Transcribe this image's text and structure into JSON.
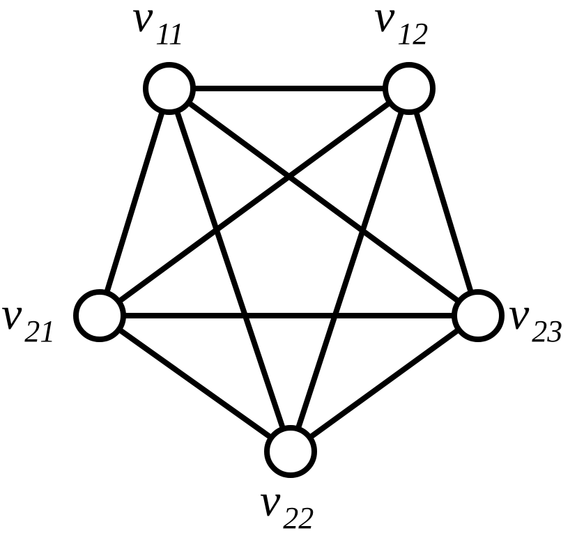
{
  "graph": {
    "nodes": [
      {
        "id": "v11",
        "letter": "v",
        "subscript": "11"
      },
      {
        "id": "v12",
        "letter": "v",
        "subscript": "12"
      },
      {
        "id": "v21",
        "letter": "v",
        "subscript": "21"
      },
      {
        "id": "v22",
        "letter": "v",
        "subscript": "22"
      },
      {
        "id": "v23",
        "letter": "v",
        "subscript": "23"
      }
    ],
    "edges": [
      [
        "v11",
        "v12"
      ],
      [
        "v11",
        "v21"
      ],
      [
        "v11",
        "v22"
      ],
      [
        "v11",
        "v23"
      ],
      [
        "v12",
        "v21"
      ],
      [
        "v12",
        "v22"
      ],
      [
        "v12",
        "v23"
      ],
      [
        "v21",
        "v22"
      ],
      [
        "v21",
        "v23"
      ],
      [
        "v22",
        "v23"
      ]
    ],
    "colors": {
      "stroke": "#000000",
      "fill": "#ffffff"
    }
  }
}
